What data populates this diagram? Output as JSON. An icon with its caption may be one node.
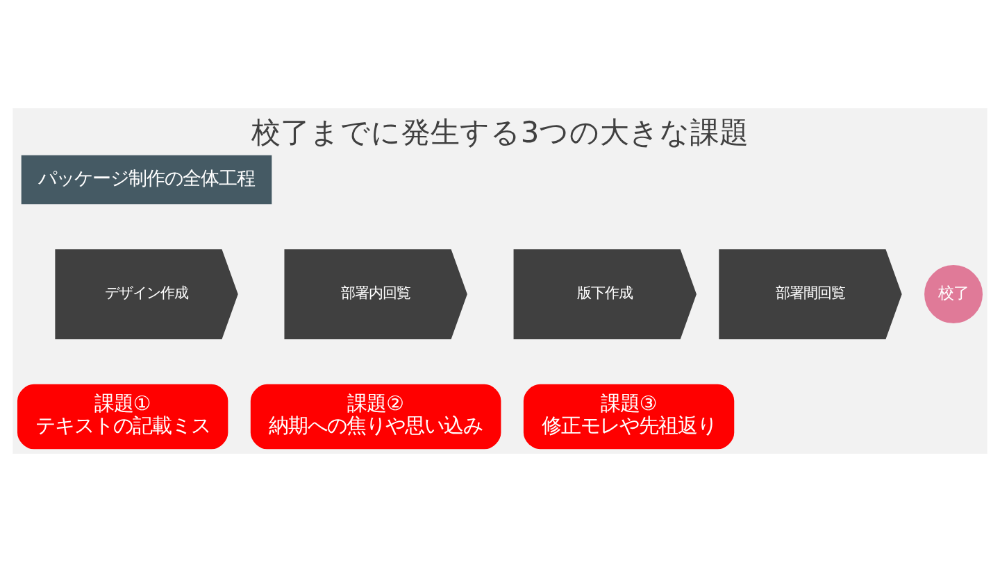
{
  "diagram": {
    "title": "校了までに発生する3つの大きな課題",
    "nodes": [
      {
        "text": [
          "デザイン作成"
        ]
      },
      {
        "text": [
          "部署内回覧"
        ]
      },
      {
        "text": [
          "版下作成"
        ]
      },
      {
        "text": [
          "部署間回覧"
        ]
      },
      {
        "text": [
          "校了"
        ]
      },
      {
        "text": [
          "課題①",
          "テキストの記載ミス"
        ]
      },
      {
        "text": [
          "課題②",
          "納期への焦りや思い込み"
        ]
      },
      {
        "text": [
          "課題③",
          "修正モレや先祖返り"
        ]
      }
    ],
    "edges": [],
    "labels": [
      "パッケージ制作の全体工程"
    ]
  }
}
